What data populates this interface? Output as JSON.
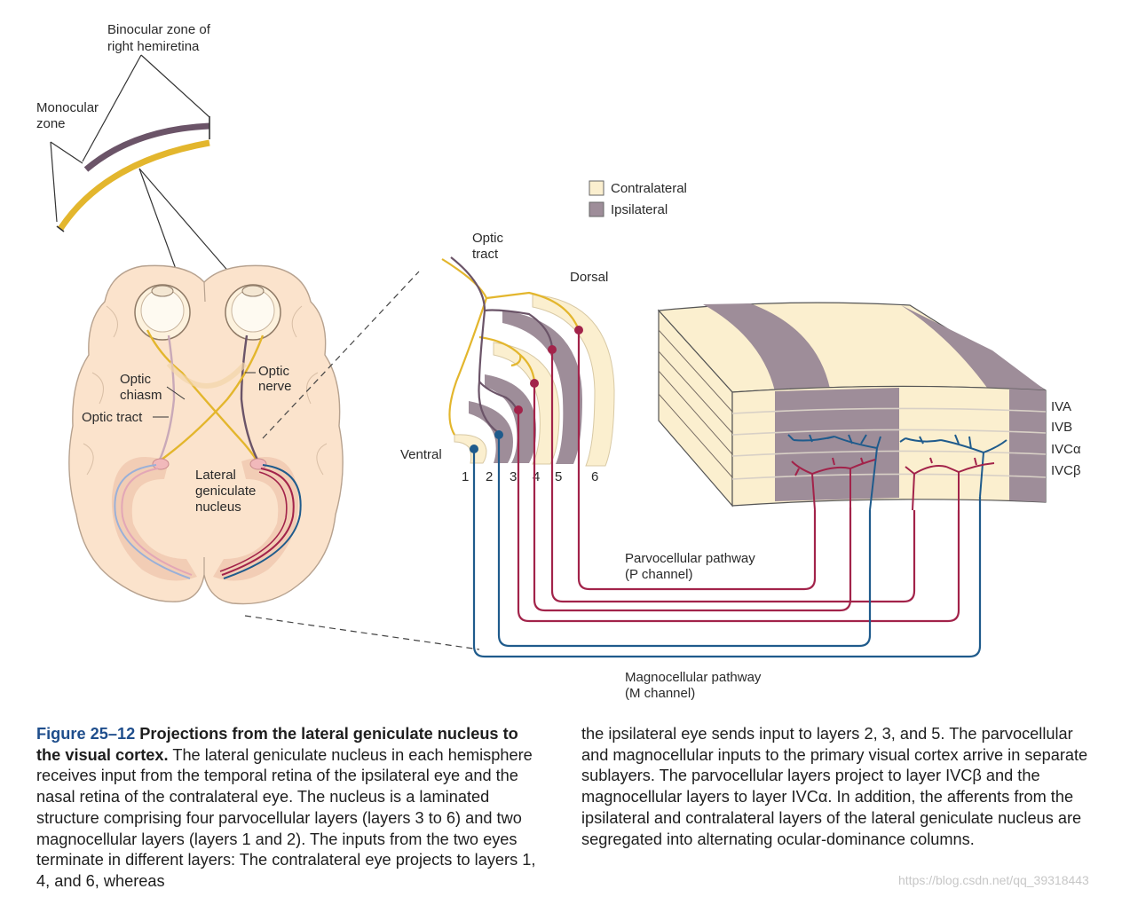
{
  "figure": {
    "labels": {
      "binocular_line1": "Binocular zone of",
      "binocular_line2": "right hemiretina",
      "monocular_line1": "Monocular",
      "monocular_line2": "zone",
      "optic_chiasm_line1": "Optic",
      "optic_chiasm_line2": "chiasm",
      "optic_nerve_line1": "Optic",
      "optic_nerve_line2": "nerve",
      "optic_tract_brain": "Optic tract",
      "lgn_line1": "Lateral",
      "lgn_line2": "geniculate",
      "lgn_line3": "nucleus",
      "optic_tract_line1": "Optic",
      "optic_tract_line2": "tract",
      "dorsal": "Dorsal",
      "ventral": "Ventral",
      "layer_numbers": [
        "1",
        "2",
        "3",
        "4",
        "5",
        "6"
      ],
      "cortex_layers": [
        "IVA",
        "IVB",
        "IVCα",
        "IVCβ"
      ],
      "parvo_line1": "Parvocellular pathway",
      "parvo_line2": "(P channel)",
      "magno_line1": "Magnocellular pathway",
      "magno_line2": "(M channel)"
    },
    "legend": [
      {
        "label": "Contralateral",
        "color": "#fbefcf"
      },
      {
        "label": "Ipsilateral",
        "color": "#9e8d99"
      }
    ],
    "colors": {
      "contralateral_fiber": "#e3b62d",
      "ipsilateral_fiber": "#6b5468",
      "parvocellular": "#a2234a",
      "magnocellular": "#1f5b8c",
      "brain_fill": "#fbe3cc",
      "caption_accent": "#1f4e8c"
    }
  },
  "caption": {
    "number": "Figure 25–12",
    "title": "Projections from the lateral geniculate nucleus to the visual cortex.",
    "left_text": "The lateral geniculate nucleus in each hemisphere receives input from the temporal retina of the ipsilateral eye and the nasal retina of the contralateral eye. The nucleus is a laminated structure comprising four parvocellular layers (layers 3 to 6) and two magnocellular layers (layers 1 and 2). The inputs from the two eyes terminate in different layers: The contralateral eye projects to layers 1, 4, and 6, whereas",
    "right_text": "the ipsilateral eye sends input to layers 2, 3, and 5. The parvocellular and magnocellular inputs to the primary visual cortex arrive in separate sublayers. The parvocellular layers project to layer IVCβ and the magnocellular layers to layer IVCα. In addition, the afferents from the ipsilateral and contralateral layers of the lateral geniculate nucleus are segregated into alternating ocular-dominance columns."
  },
  "watermark": "https://blog.csdn.net/qq_39318443"
}
